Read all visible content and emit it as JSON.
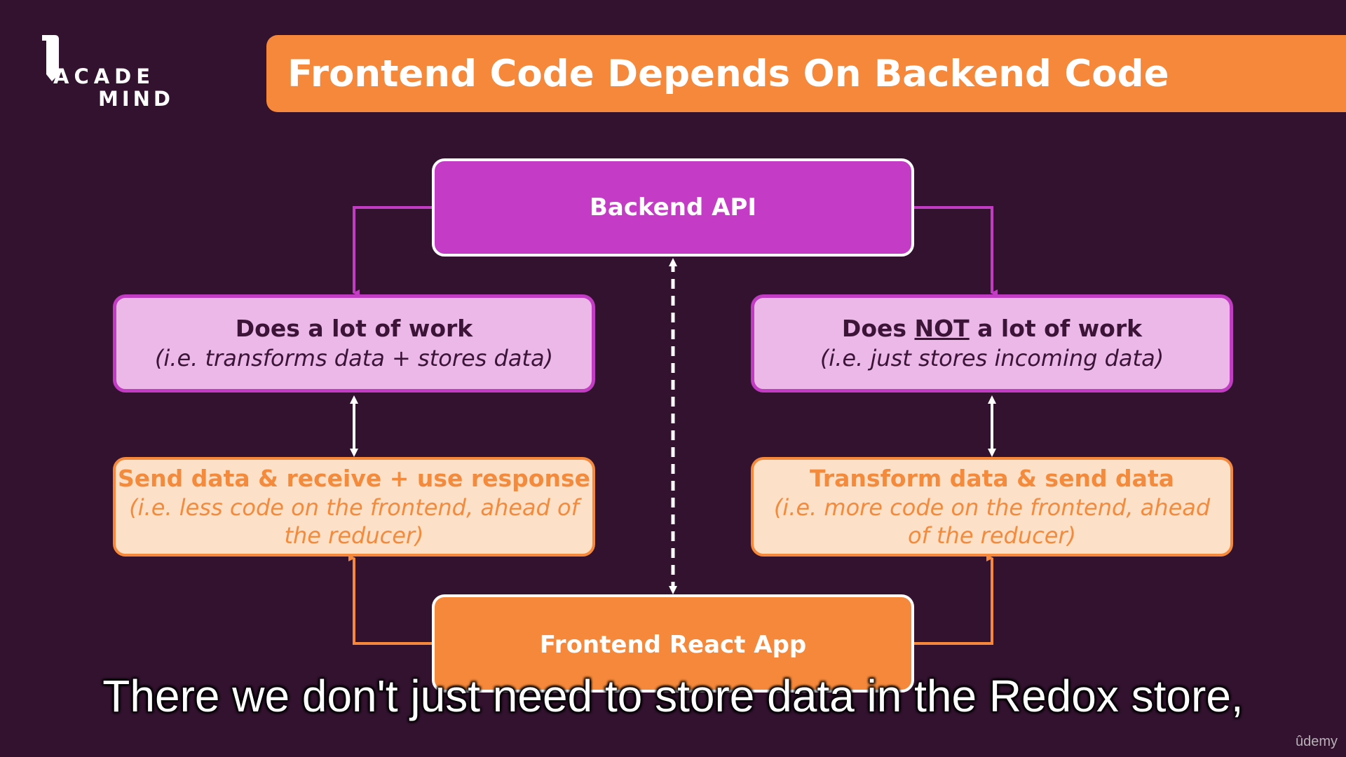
{
  "logo": {
    "line1": "ACADE",
    "line2": "MIND"
  },
  "title": "Frontend Code Depends On Backend Code",
  "nodes": {
    "backend": "Backend API",
    "frontend": "Frontend React App",
    "left_top": {
      "title": "Does a lot of work",
      "subtitle": "(i.e. transforms data + stores data)"
    },
    "right_top": {
      "title_before": "Does ",
      "title_emphasis": "NOT",
      "title_after": " a lot of work",
      "subtitle": "(i.e. just stores incoming data)"
    },
    "left_bottom": {
      "title": "Send data & receive + use response",
      "subtitle": "(i.e. less code on the frontend, ahead of the reducer)"
    },
    "right_bottom": {
      "title": "Transform data & send data",
      "subtitle": "(i.e. more code on the frontend, ahead of the reducer)"
    }
  },
  "caption": "There we don't just need to store data in the Redox store,",
  "watermark": "ûdemy",
  "colors": {
    "background": "#32122f",
    "accent_orange": "#f5883a",
    "accent_purple": "#c43bc5",
    "pink_fill": "#ebb8e8",
    "peach_fill": "#fde0c8"
  }
}
